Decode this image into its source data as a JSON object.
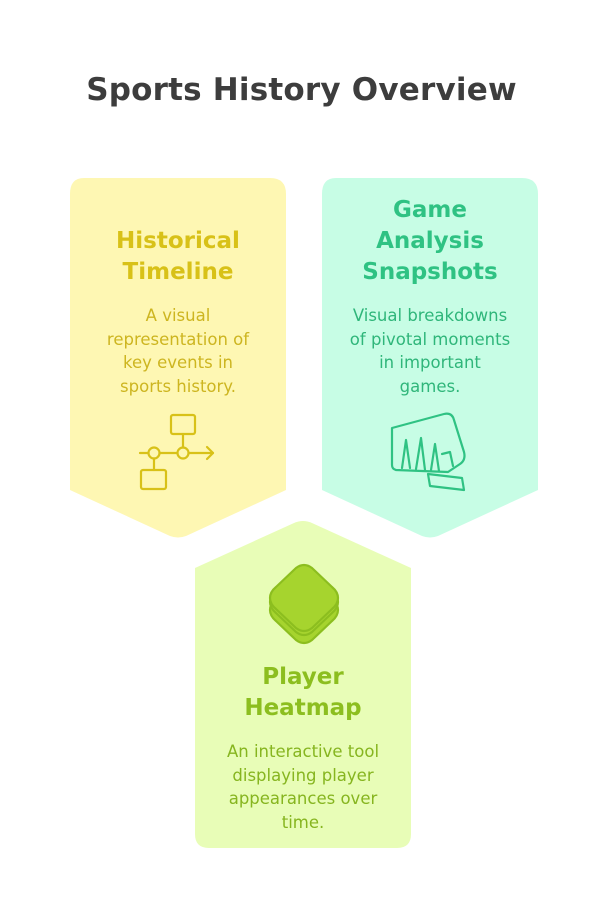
{
  "title": "Sports History Overview",
  "colors": {
    "yellow_fill": "#fef7b3",
    "yellow_text": "#d8c118",
    "mint_fill": "#c7fde5",
    "mint_text": "#2fc283",
    "lime_fill": "#e8fdb7",
    "lime_text": "#8cbe1f",
    "lime_icon": "#a6d42e"
  },
  "cards": [
    {
      "title_lines": [
        "Historical",
        "Timeline"
      ],
      "desc_lines": [
        "A visual",
        "representation of",
        "key events in",
        "sports history."
      ],
      "icon": "timeline-flow-icon"
    },
    {
      "title_lines": [
        "Game",
        "Analysis",
        "Snapshots"
      ],
      "desc_lines": [
        "Visual breakdowns",
        "of pivotal moments",
        "in important",
        "games."
      ],
      "icon": "fist-icon"
    },
    {
      "title_lines": [
        "Player",
        "Heatmap"
      ],
      "desc_lines": [
        "An interactive tool",
        "displaying player",
        "appearances over",
        "time."
      ],
      "icon": "layers-icon"
    }
  ]
}
